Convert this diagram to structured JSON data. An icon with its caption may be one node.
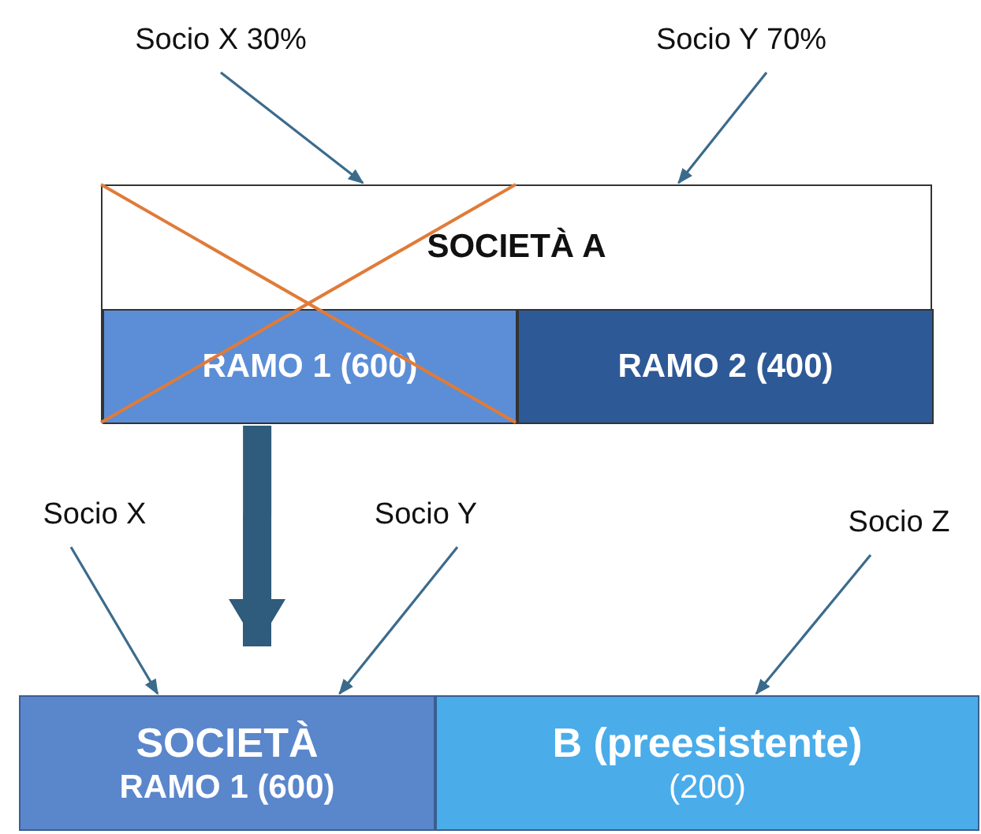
{
  "diagram": {
    "nodes": [
      {
        "text": [
          "Socio X 30%"
        ]
      },
      {
        "text": [
          "Socio Y 70%"
        ]
      },
      {
        "text": [
          "SOCIETÀ A"
        ]
      },
      {
        "text": [
          "RAMO 1 (600)"
        ],
        "in": 2
      },
      {
        "text": [
          "RAMO 2 (400)"
        ],
        "in": 2
      },
      {
        "text": [
          "Socio X"
        ]
      },
      {
        "text": [
          "Socio Y"
        ]
      },
      {
        "text": [
          "Socio Z"
        ]
      },
      {
        "text": [
          "SOCIETÀ",
          "RAMO 1 (600)"
        ]
      },
      {
        "text": [
          "B (preesistente)",
          "(200)"
        ]
      }
    ],
    "edges": [
      {
        "from": 0,
        "to": 2,
        "arrow": "to"
      },
      {
        "from": 1,
        "to": 2,
        "arrow": "to"
      },
      {
        "from": 2,
        "to": 8,
        "arrow": "to",
        "style": "thick"
      },
      {
        "from": 5,
        "to": 8,
        "arrow": "to"
      },
      {
        "from": 6,
        "to": 8,
        "arrow": "to"
      },
      {
        "from": 7,
        "to": 9,
        "arrow": "to"
      }
    ]
  }
}
